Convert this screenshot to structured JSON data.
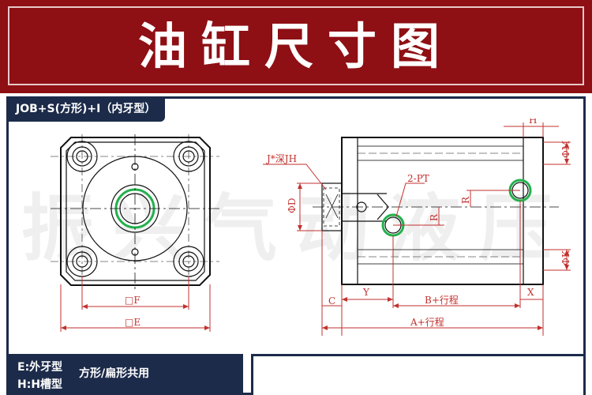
{
  "header": {
    "title": "油缸尺寸图"
  },
  "panel": {
    "model_label": "JOB+S(方形)+I（内牙型）"
  },
  "watermark": "振兴气动液压",
  "front_view": {
    "dim_inner": "□F",
    "dim_outer": "□E"
  },
  "side_view": {
    "label_j": "J*深JH",
    "label_h": "H",
    "label_m": "ΦM",
    "label_d": "ΦD",
    "label_pt": "2-PT",
    "label_r1": "R",
    "label_r2": "R",
    "label_k": "ΦK",
    "label_c": "C",
    "label_y": "Y",
    "label_b": "B+行程",
    "label_x": "X",
    "label_a": "A+行程"
  },
  "footer": {
    "line1": "E:外牙型",
    "line2": "H:H槽型",
    "note": "方形/扁形共用"
  },
  "colors": {
    "banner": "#8e0f14",
    "navy": "#1c2b4a",
    "dim_red": "#c0322f",
    "port_green": "#22b14c"
  }
}
